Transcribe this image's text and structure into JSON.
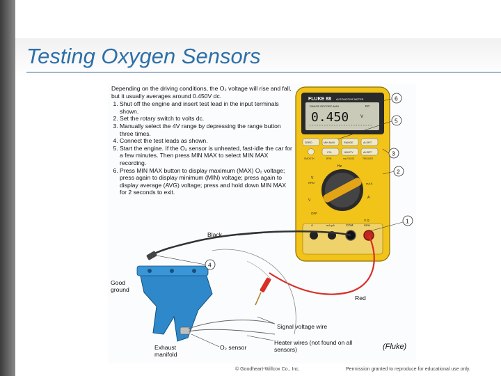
{
  "slide": {
    "title": "Testing Oxygen Sensors",
    "credit": "(Fluke)",
    "footer_left": "© Goodheart-Willcox Co., Inc.",
    "footer_right": "Permission granted to reproduce for educational use only."
  },
  "instructions": {
    "intro": "Depending on the driving conditions, the O₂ voltage will rise and fall, but it usually averages around 0.450V dc.",
    "steps": [
      "Shut off the engine and insert test lead in the input terminals shown.",
      "Set the rotary switch to volts dc.",
      "Manually select the 4V range by depressing the range button three times.",
      "Connect the test leads as shown.",
      "Start the engine. If the O₂ sensor is unheated, fast-idle the car for a few minutes. Then press MIN MAX to select MIN MAX recording.",
      "Press MIN MAX button to display maximum (MAX) O₂ voltage; press again to display minimum (MIN) voltage; press again to display average (AVG) voltage; press and hold down MIN MAX for 2 seconds to exit."
    ]
  },
  "meter": {
    "brand": "FLUKE 88",
    "subtitle": "AUTOMOTIVE METER",
    "display_header": "RANGE  RECORD  MAX",
    "display_value": "0.450",
    "display_unit_dc": "DC",
    "display_unit_v": "V",
    "buttons_row1": [
      "ZERO",
      "MIN MAX",
      "RANGE",
      "ALERT"
    ],
    "buttons_row2": [
      "",
      "CYL",
      "%DUTY",
      "ALERT"
    ],
    "sub_labels": [
      "SMOOTH",
      "RPM",
      "ms-PULSE",
      "TRIGGER"
    ],
    "dial_top": "Hz",
    "dial_labels": [
      "V",
      "RPM",
      "V",
      "OFF",
      "mA A",
      "A"
    ],
    "jacks_top": [
      "A",
      "mA µA",
      "COM",
      "V Ω",
      "RPM"
    ]
  },
  "callouts": {
    "c1": "1",
    "c2": "2",
    "c3": "3",
    "c4": "4",
    "c5": "5",
    "c6": "6"
  },
  "labels": {
    "black": "Black",
    "red": "Red",
    "good_ground": "Good ground",
    "signal_wire": "Signal voltage wire",
    "heater_wires": "Heater wires (not found on all sensors)",
    "o2_sensor": "O₂ sensor",
    "exhaust_manifold": "Exhaust manifold"
  },
  "colors": {
    "title": "#2d6fa8",
    "meter_body": "#f2c318",
    "manifold": "#2e88c9",
    "red_lead": "#d92e26",
    "black_lead": "#333333"
  }
}
